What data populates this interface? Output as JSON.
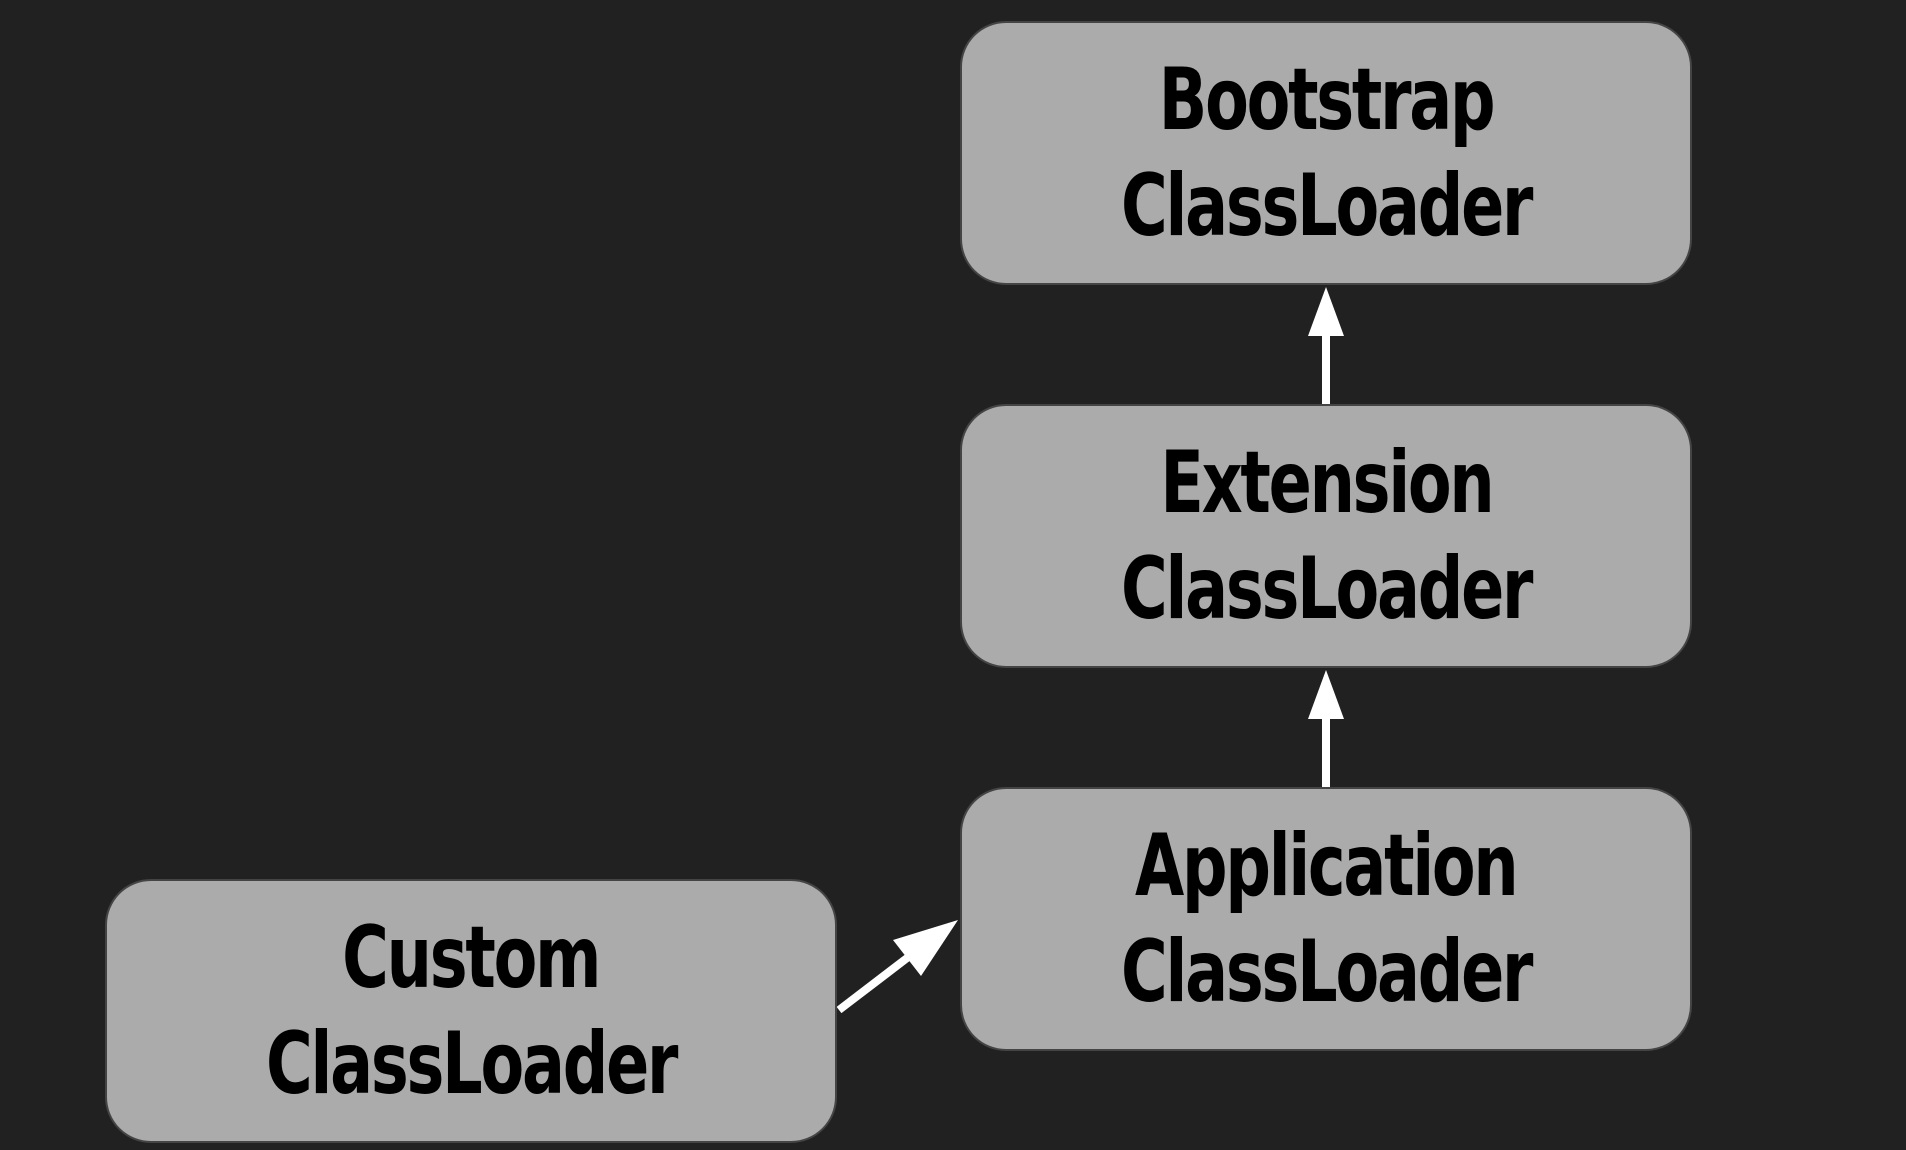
{
  "diagram": {
    "background_color": "#212121",
    "node_fill_color": "#ababab",
    "node_border_color": "#444444",
    "node_text_color": "#000000",
    "arrow_color": "#ffffff",
    "nodes": {
      "bootstrap": {
        "line1": "Bootstrap",
        "line2": "ClassLoader"
      },
      "extension": {
        "line1": "Extension",
        "line2": "ClassLoader"
      },
      "application": {
        "line1": "Application",
        "line2": "ClassLoader"
      },
      "custom": {
        "line1": "Custom",
        "line2": "ClassLoader"
      }
    },
    "edges": [
      {
        "from": "extension",
        "to": "bootstrap"
      },
      {
        "from": "application",
        "to": "extension"
      },
      {
        "from": "custom",
        "to": "application"
      }
    ]
  }
}
